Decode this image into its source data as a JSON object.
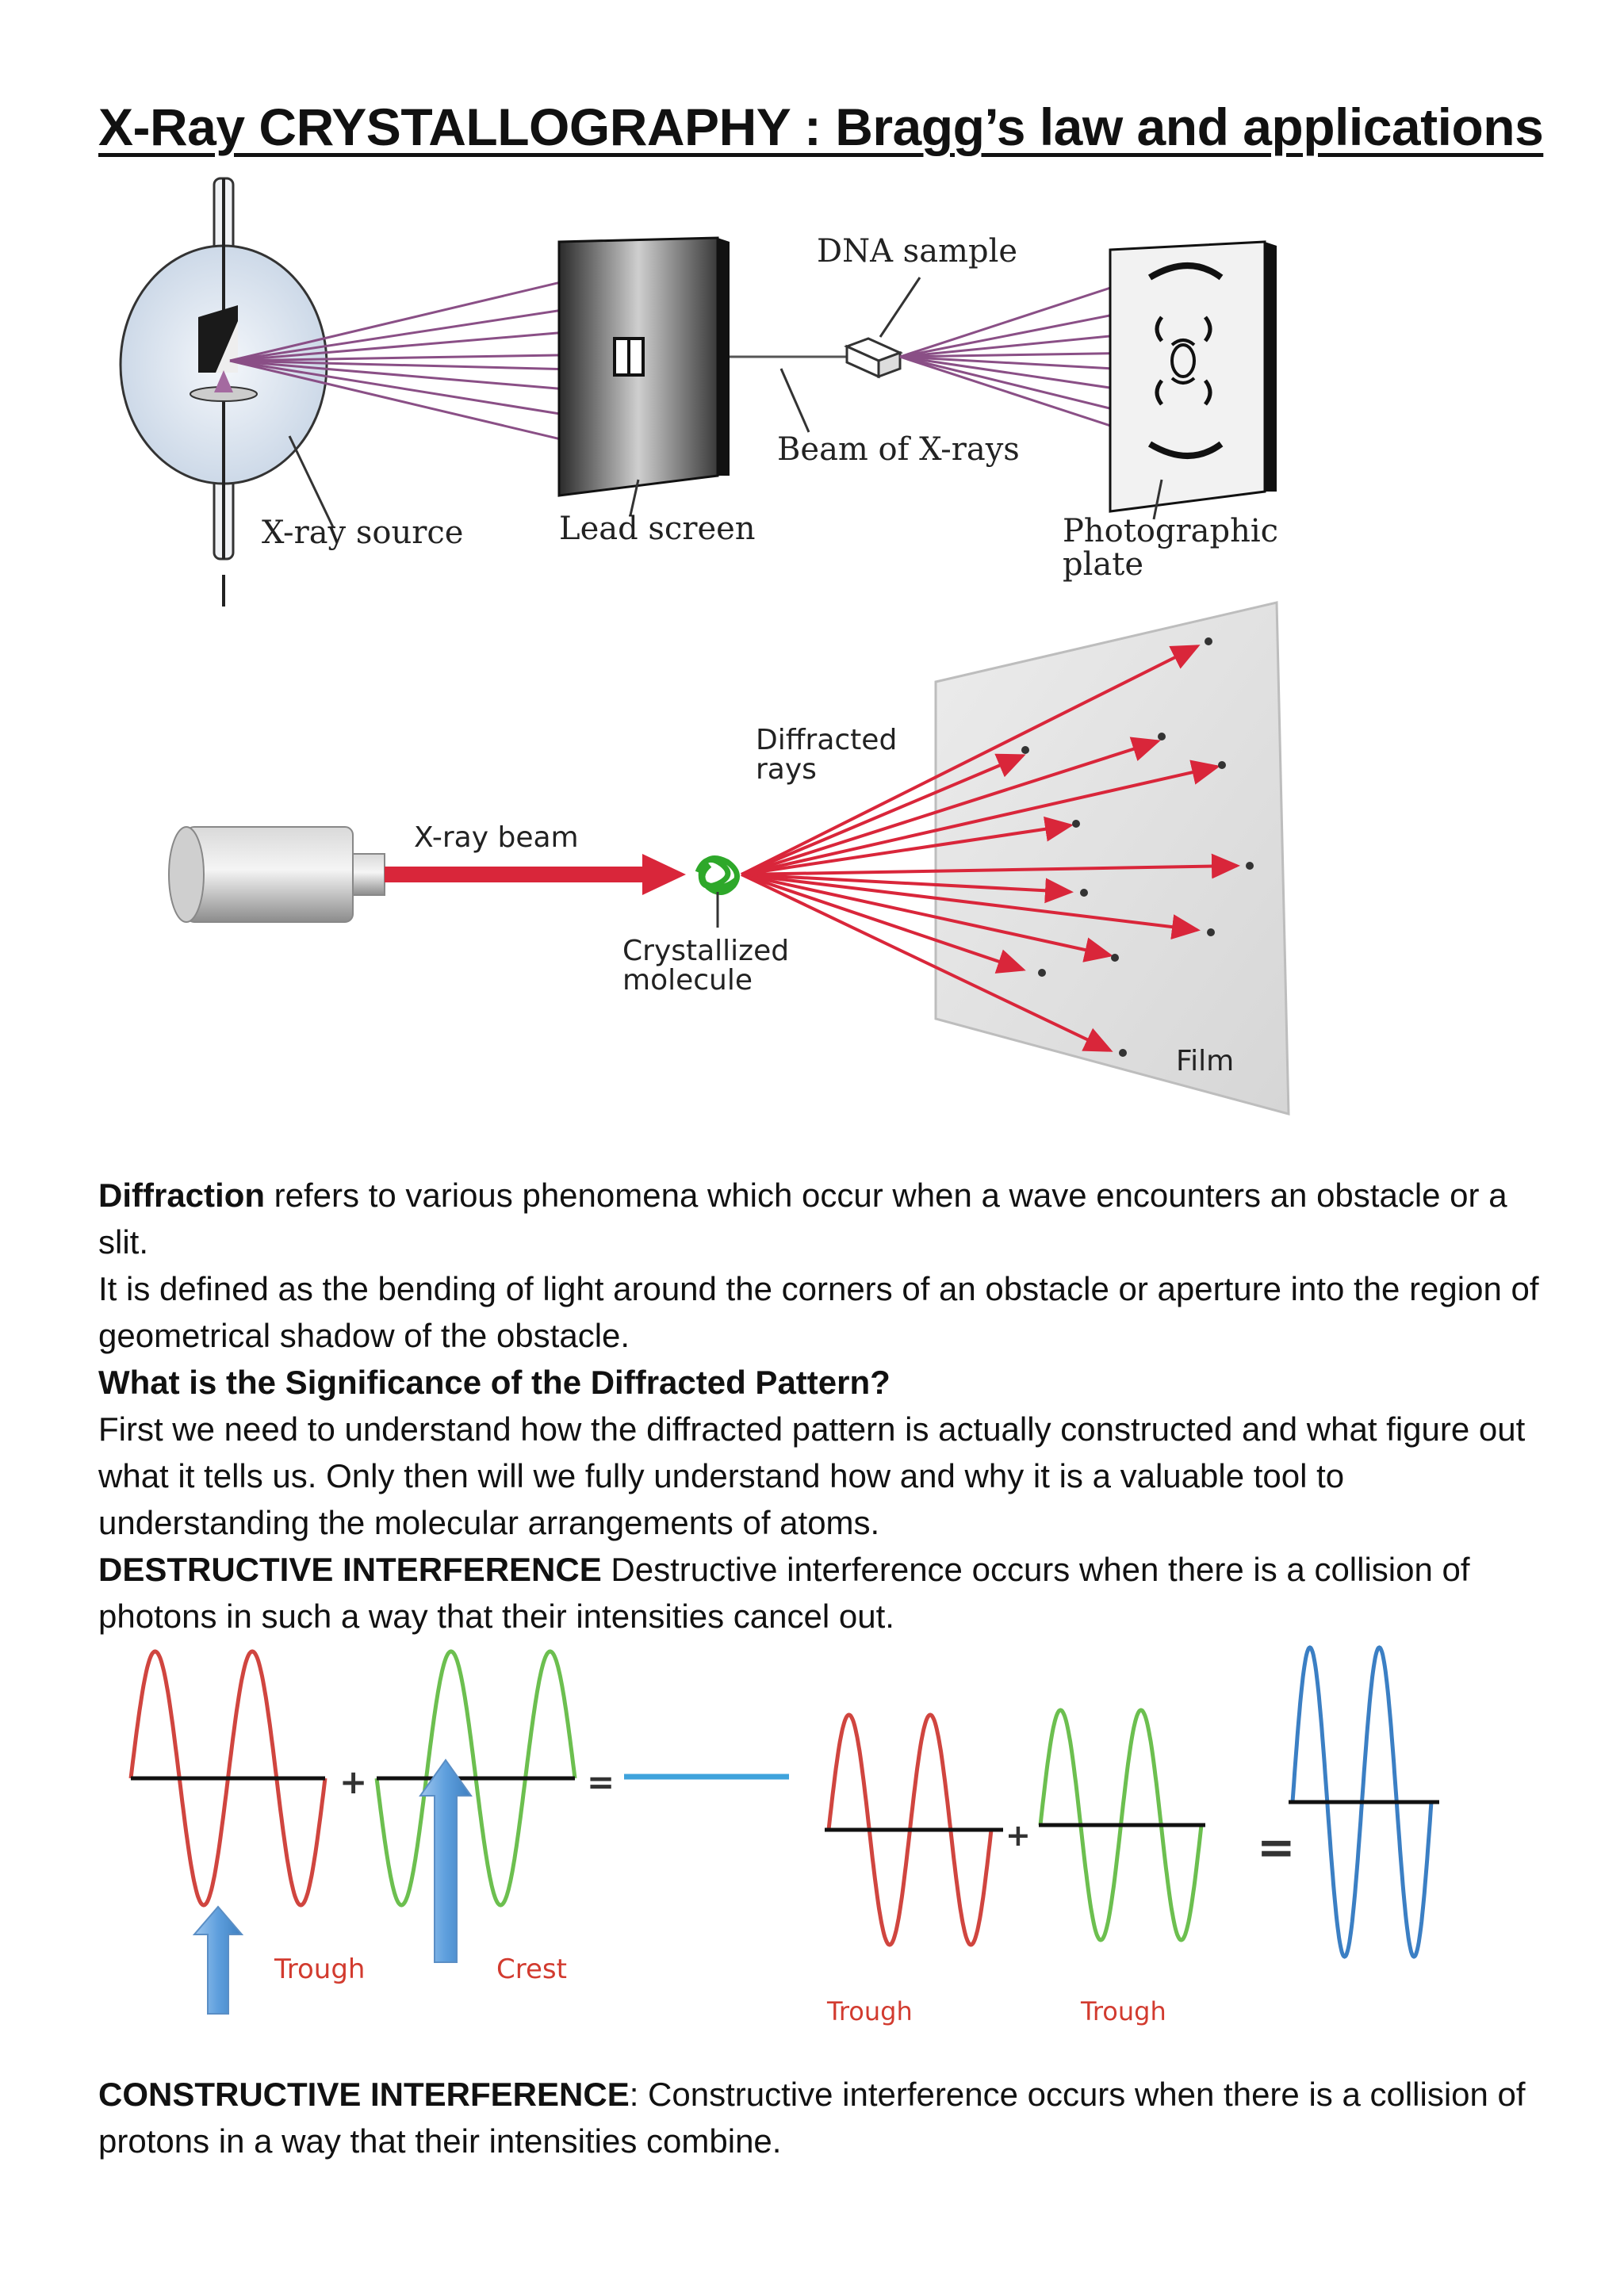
{
  "title": "X-Ray CRYSTALLOGRAPHY : Bragg’s law and applications",
  "figure1": {
    "labels": {
      "dna_sample": "DNA sample",
      "beam": "Beam of X-rays",
      "xray_source": "X-ray source",
      "lead_screen": "Lead screen",
      "photographic_plate_1": "Photographic",
      "photographic_plate_2": "plate"
    }
  },
  "figure2": {
    "labels": {
      "diffracted_1": "Diffracted",
      "diffracted_2": "rays",
      "xray_beam": "X-ray beam",
      "crystallized_1": "Crystallized",
      "crystallized_2": "molecule",
      "film": "Film"
    }
  },
  "paragraphs": {
    "diffraction_term": "Diffraction",
    "diffraction_rest": " refers to various phenomena which occur when a wave encounters an obstacle or a slit.",
    "definition": "It is defined as the bending of light around the corners of an obstacle or aperture into the region of geometrical shadow of the obstacle.",
    "question": "What is the Significance of the Diffracted Pattern?",
    "explanation": "First we need to understand how the diffracted pattern is actually constructed and what figure out what it tells us.  Only then will we fully understand how and why it is a valuable tool to understanding the molecular arrangements of atoms.",
    "destructive_term": "DESTRUCTIVE INTERFERENCE",
    "destructive_rest": " Destructive interference  occurs when there is a collision of photons in such a way that their intensities cancel out.",
    "constructive_term": "CONSTRUCTIVE INTERFERENCE",
    "constructive_rest": ": Constructive interference occurs when there is a collision of protons in a way that their intensities combine."
  },
  "figure3": {
    "symbols": {
      "plus": "+",
      "equals": "="
    },
    "labels": {
      "trough_left": "Trough",
      "crest": "Crest",
      "trough_right_1": "Trough",
      "trough_right_2": "Trough"
    },
    "colors": {
      "red_wave": "#d0453f",
      "green_wave": "#6cbf4f",
      "blue_wave": "#3b7fc4",
      "arrow": "#6aa7e0",
      "label": "#d23b2f"
    }
  }
}
